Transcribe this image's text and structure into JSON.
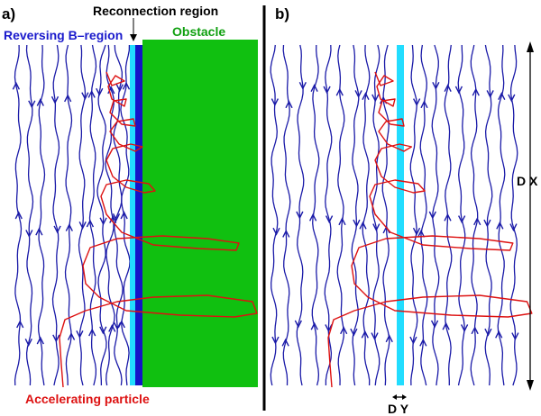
{
  "panel_a": {
    "tag": "a)",
    "reconnection_label": "Reconnection region",
    "reversing_label": "Reversing B–region",
    "obstacle_label": "Obstacle",
    "particle_label": "Accelerating particle"
  },
  "panel_b": {
    "tag": "b)",
    "dx_label": "D X",
    "dy_label": "D Y"
  },
  "colors": {
    "field_lines": "#1a1aa8",
    "particle": "#dd1111",
    "obstacle": "#10c010",
    "reconnection_core": "#1515c8",
    "reconnection_halo": "#22ddff",
    "obstacle_label": "#10a010",
    "reversing_label": "#1a1acc",
    "particle_label": "#dd1111",
    "divider": "#000000"
  },
  "icons": {
    "field_arrow": "arrowhead-icon",
    "scale_arrow": "double-arrow-icon"
  }
}
